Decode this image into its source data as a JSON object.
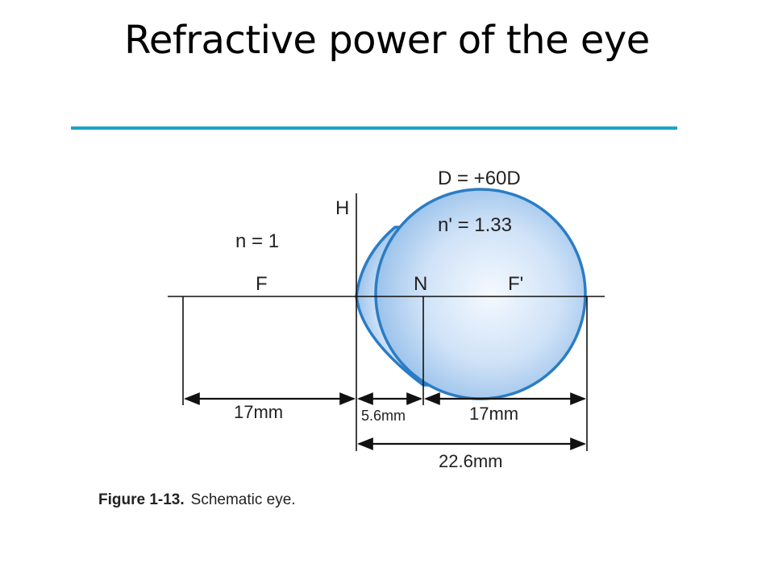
{
  "slide": {
    "title": "Refractive power of the eye",
    "accent_color": "#1aa3c8"
  },
  "diagram": {
    "labels": {
      "power": "D = +60D",
      "principal_plane": "H",
      "index_air": "n = 1",
      "index_eye": "n' = 1.33",
      "front_focal_point": "F",
      "nodal_point": "N",
      "rear_focal_point": "F'"
    },
    "dimensions": {
      "front_focal_length": "17mm",
      "nodal_distance": "5.6mm",
      "rear_nodal_focal_length": "17mm",
      "axial_length": "22.6mm"
    },
    "colors": {
      "eye_outline": "#2a7dc4",
      "eye_fill_light": "#eef5fd",
      "eye_fill_dark": "#8fbbe8",
      "lines": "#111111"
    }
  },
  "caption": {
    "figure_number": "Figure 1-13.",
    "text": "Schematic eye."
  }
}
